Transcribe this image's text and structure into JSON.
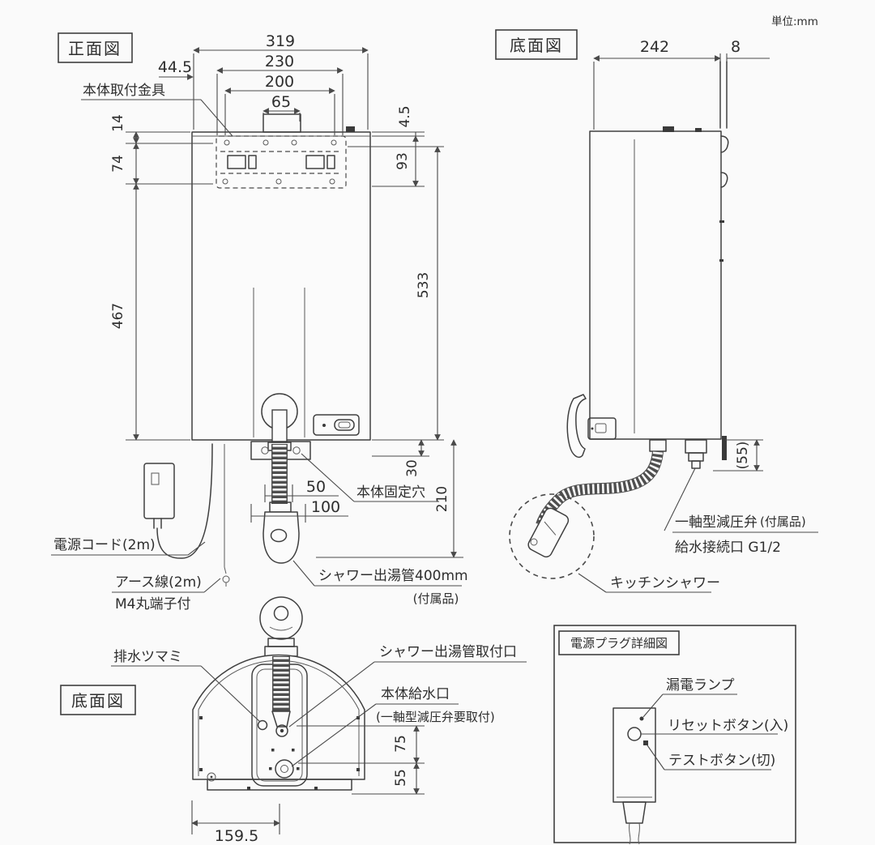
{
  "unit_note": "単位:mm",
  "front_view": {
    "title": "正面図",
    "dims": {
      "overall_width": "319",
      "bracket_width": "230",
      "inner_width": "200",
      "tab_width": "65",
      "left_offset": "44.5",
      "top_gap": "14",
      "bracket_height": "74",
      "body_height": "467",
      "top_lip": "4.5",
      "bracket_zone": "93",
      "overall_height": "533",
      "hole_drop": "30",
      "pipe_drop": "210",
      "pipe_w50": "50",
      "pipe_w100": "100"
    },
    "labels": {
      "mounting_bracket": "本体取付金具",
      "fixing_hole": "本体固定穴",
      "power_cord": "電源コード(2m)",
      "ground_wire": "アース線(2m)",
      "ground_terminal": "M4丸端子付",
      "shower_pipe": "シャワー出湯管400mm",
      "shower_pipe_note": "(付属品)"
    }
  },
  "side_view": {
    "title": "底面図",
    "dims": {
      "depth": "242",
      "wall_gap": "8",
      "valve_height": "(55)"
    },
    "labels": {
      "pressure_valve": "一軸型減圧弁",
      "pressure_valve_note": "(付属品)",
      "water_inlet": "給水接続口 G1/2",
      "kitchen_shower": "キッチンシャワー"
    }
  },
  "bottom_view": {
    "title": "底面図",
    "dims": {
      "inlet_depth": "75",
      "inlet_edge": "55",
      "center_width": "159.5"
    },
    "labels": {
      "drain_knob": "排水ツマミ",
      "shower_outlet_port": "シャワー出湯管取付口",
      "water_supply_port": "本体給水口",
      "water_supply_note": "(一軸型減圧弁要取付)"
    }
  },
  "plug_detail": {
    "title": "電源プラグ詳細図",
    "labels": {
      "leak_lamp": "漏電ランプ",
      "reset_button": "リセットボタン(入)",
      "test_button": "テストボタン(切)"
    }
  }
}
